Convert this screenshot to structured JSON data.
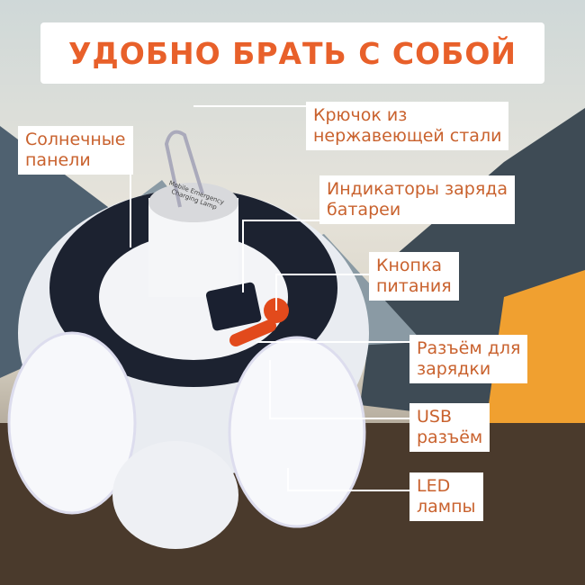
{
  "title": "УДОБНО БРАТЬ С СОБОЙ",
  "labels": {
    "solar": [
      "Солнечные",
      "панели"
    ],
    "hook": [
      "Крючок из",
      "нержавеющей стали"
    ],
    "indicators": [
      "Индикаторы заряда",
      "батареи"
    ],
    "button": [
      "Кнопка",
      "питания"
    ],
    "charge_port": [
      "Разъём для",
      "зарядки"
    ],
    "usb": [
      "USB",
      "разъём"
    ],
    "led": [
      "LED",
      "лампы"
    ]
  },
  "lamp_print": "Mobile Emergency Charging Lamp",
  "colors": {
    "accent": "#e8602a",
    "label_text": "#c9622e",
    "lamp_body": "#f2f3f6",
    "solar": "#1c2230",
    "power_button": "#e24a1c"
  }
}
